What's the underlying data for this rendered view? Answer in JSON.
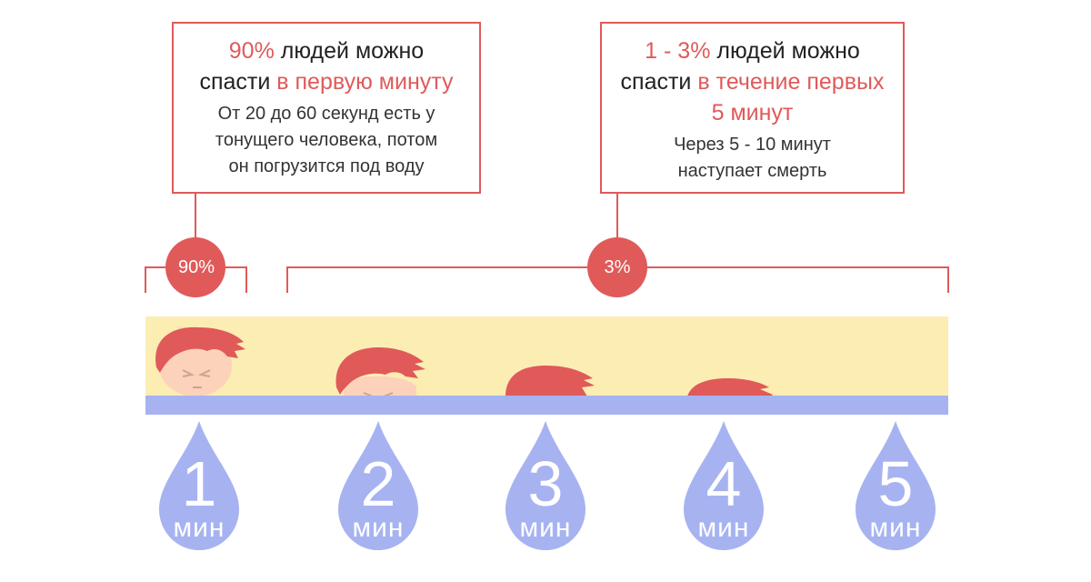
{
  "colors": {
    "accent": "#e05a5a",
    "water": "#a7b3f0",
    "sand": "#fcedb3",
    "drop": "#a7b3f0",
    "skin": "#fcd2ba"
  },
  "card_left": {
    "head_part1": "90%",
    "head_part2": " людей можно",
    "head_part3": "спасти ",
    "head_part4": "в первую минуту",
    "sub_line1": "От 20 до 60 секунд есть у",
    "sub_line2": "тонущего человека, потом",
    "sub_line3": "он погрузится под воду"
  },
  "card_right": {
    "head_part1": "1 - 3%",
    "head_part2": " людей можно",
    "head_part3": "спасти ",
    "head_part4": "в течение первых",
    "head_part5": "5 минут",
    "sub_line1": "Через 5 - 10 минут",
    "sub_line2": "наступает смерть"
  },
  "badges": {
    "left": "90%",
    "right": "3%"
  },
  "drops": [
    {
      "number": "1",
      "unit": "мин"
    },
    {
      "number": "2",
      "unit": "мин"
    },
    {
      "number": "3",
      "unit": "мин"
    },
    {
      "number": "4",
      "unit": "мин"
    },
    {
      "number": "5",
      "unit": "мин"
    }
  ],
  "icons": [
    "drowning-head-icon",
    "water-drop-icon"
  ]
}
